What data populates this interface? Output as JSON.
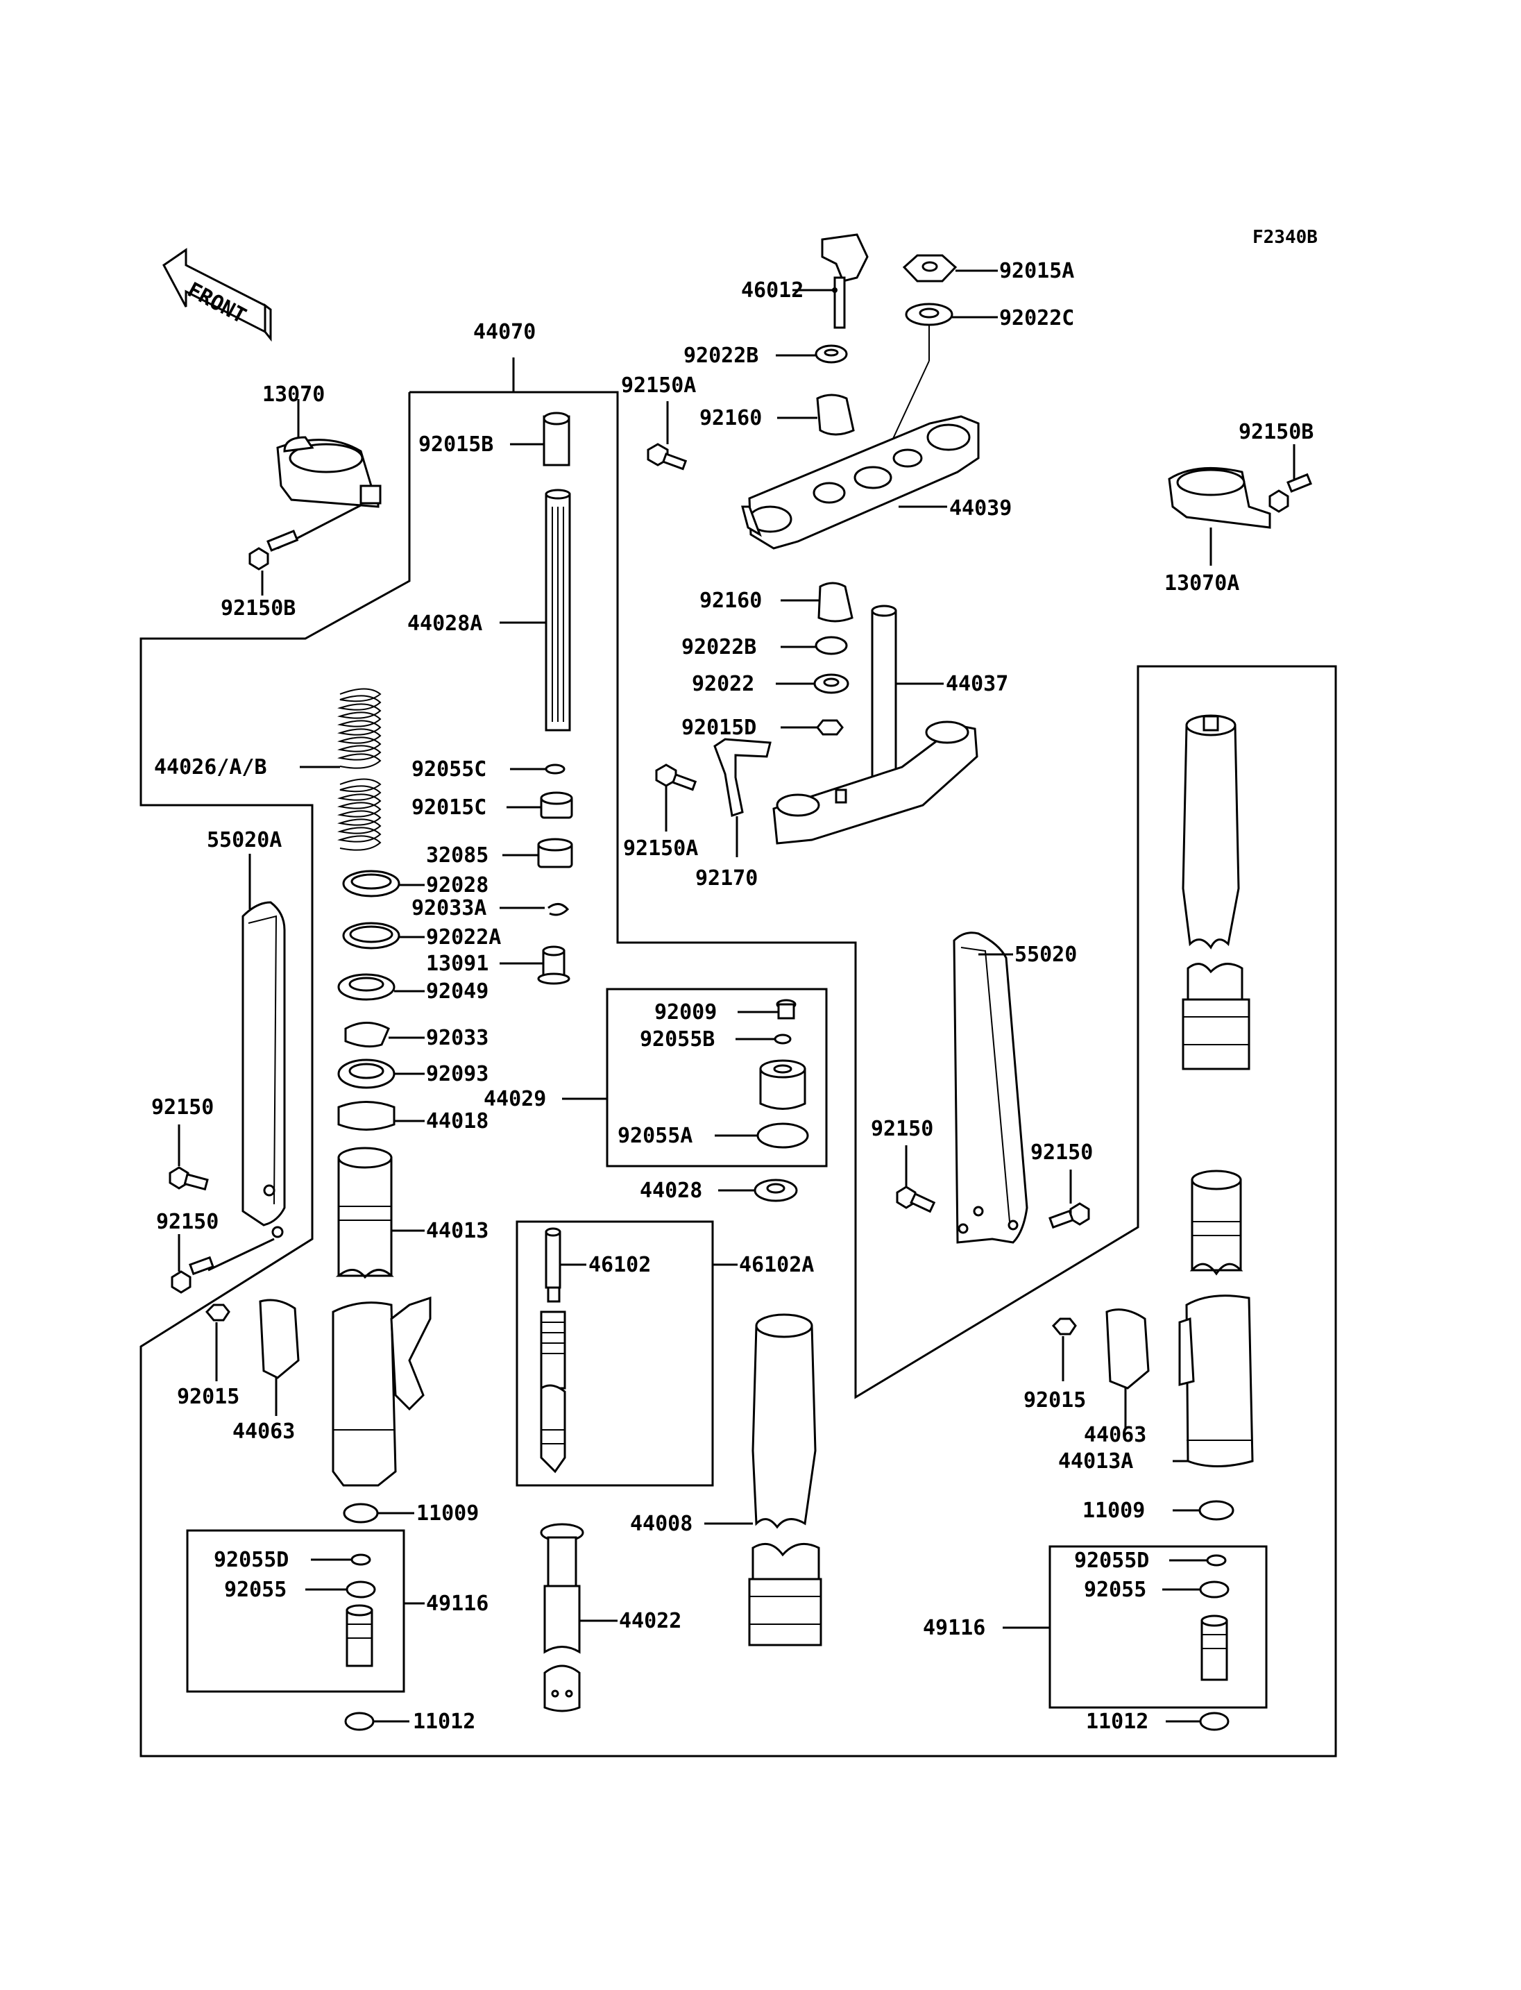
{
  "diagram": {
    "code": "F2340B",
    "front_label": "FRONT",
    "labels": {
      "p46012": "46012",
      "p92015A": "92015A",
      "p92022C": "92022C",
      "p92022B_top": "92022B",
      "p92160_top": "92160",
      "p92150A_top": "92150A",
      "p44039": "44039",
      "p44070": "44070",
      "p13070": "13070",
      "p92015B": "92015B",
      "p92150B_left": "92150B",
      "p92150B_right": "92150B",
      "p13070A": "13070A",
      "p44028A": "44028A",
      "p92160_mid": "92160",
      "p92022B_mid": "92022B",
      "p92022": "92022",
      "p92015D": "92015D",
      "p44037": "44037",
      "p44026AB": "44026/A/B",
      "p92055C": "92055C",
      "p92015C": "92015C",
      "p92150A_mid": "92150A",
      "p92170": "92170",
      "p55020A": "55020A",
      "p32085": "32085",
      "p92028": "92028",
      "p92033A": "92033A",
      "p92022A": "92022A",
      "p13091": "13091",
      "p92049": "92049",
      "p55020": "55020",
      "p92009": "92009",
      "p92055B": "92055B",
      "p92033": "92033",
      "p92093": "92093",
      "p44029": "44029",
      "p92150_l1": "92150",
      "p44018": "44018",
      "p92055A": "92055A",
      "p92150_r1": "92150",
      "p92150_r2": "92150",
      "p44028": "44028",
      "p92150_l2": "92150",
      "p44013": "44013",
      "p46102": "46102",
      "p46102A": "46102A",
      "p92015_l": "92015",
      "p44063_l": "44063",
      "p92015_r": "92015",
      "p44063_r": "44063",
      "p44013A": "44013A",
      "p11009_l": "11009",
      "p11009_r": "11009",
      "p44008": "44008",
      "p92055D_l": "92055D",
      "p92055_l": "92055",
      "p49116_l": "49116",
      "p44022": "44022",
      "p92055D_r": "92055D",
      "p92055_r": "92055",
      "p49116_r": "49116",
      "p11012_l": "11012",
      "p11012_r": "11012"
    }
  }
}
